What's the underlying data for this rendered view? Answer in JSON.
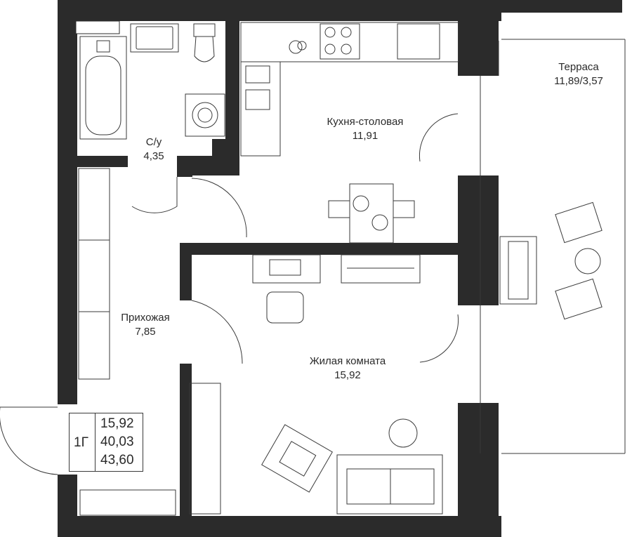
{
  "rooms": {
    "bathroom": {
      "name": "С/у",
      "area": "4,35"
    },
    "kitchen": {
      "name": "Кухня-столовая",
      "area": "11,91"
    },
    "terrace": {
      "name": "Терраса",
      "area": "11,89/3,57"
    },
    "hallway": {
      "name": "Прихожая",
      "area": "7,85"
    },
    "living": {
      "name": "Жилая комната",
      "area": "15,92"
    }
  },
  "apartment": {
    "type": "1Г",
    "living_area": "15,92",
    "total_area": "40,03",
    "total_area_with_terrace": "43,60"
  },
  "colors": {
    "wall": "#2b2b2b",
    "line": "#3a3a3a",
    "background": "#ffffff"
  }
}
